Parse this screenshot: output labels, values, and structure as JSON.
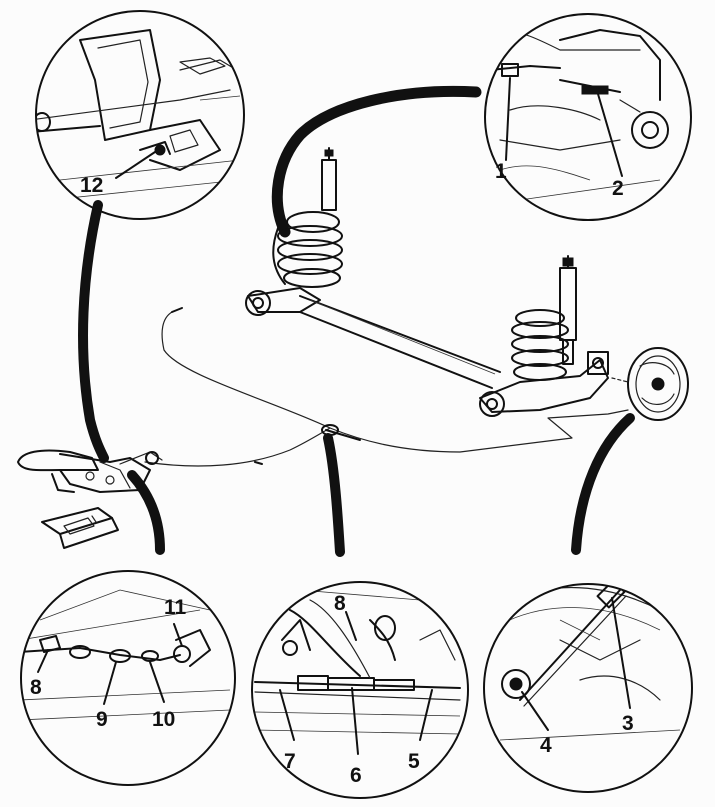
{
  "callouts": {
    "c1": "1",
    "c2": "2",
    "c3": "3",
    "c4": "4",
    "c5": "5",
    "c6": "6",
    "c7": "7",
    "c8a": "8",
    "c8b": "8",
    "c9": "9",
    "c10": "10",
    "c11": "11",
    "c12": "12"
  },
  "colors": {
    "ink": "#111111",
    "paper": "#fcfcfc"
  }
}
